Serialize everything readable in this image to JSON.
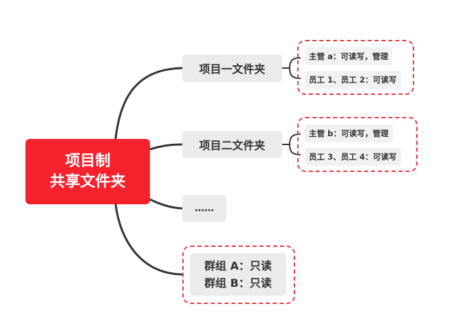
{
  "root": {
    "line1": "项目制",
    "line2": "共享文件夹"
  },
  "branches": [
    {
      "label": "项目一文件夹",
      "details": [
        "主管 a：可读写，管理",
        "员工 1、员工 2：可读写"
      ]
    },
    {
      "label": "项目二文件夹",
      "details": [
        "主管 b：可读写，管理",
        "员工 3、员工 4：可读写"
      ]
    },
    {
      "label": "……",
      "details": []
    },
    {
      "label": "",
      "details": [
        "群组 A：只读",
        "群组 B：只读"
      ]
    }
  ],
  "colors": {
    "root_fill": "#f5222d",
    "node_fill": "#ebebeb",
    "connector": "#333333",
    "dashed_border": "#e23a45"
  }
}
